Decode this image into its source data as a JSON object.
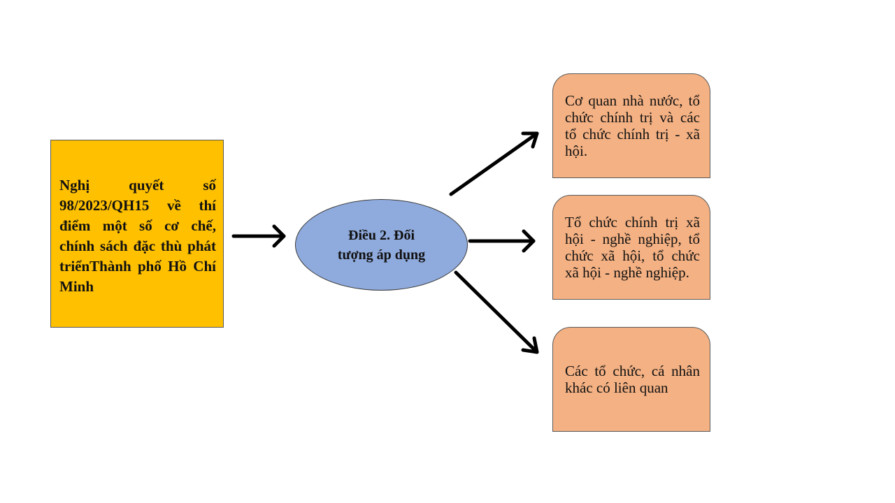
{
  "source": {
    "text": "Nghị quyết số 98/2023/QH15 về thí điểm một số cơ chế, chính sách đặc thù phát triểnThành phố Hồ Chí Minh"
  },
  "center": {
    "text": "Điều 2. Đối tượng áp dụng"
  },
  "targets": [
    {
      "text": "Cơ quan nhà nước, tổ chức chính trị và các tổ chức chính trị - xã hội."
    },
    {
      "text": "Tổ chức chính trị xã hội - nghề nghiệp, tổ chức xã hội, tổ chức xã hội - nghề nghiệp."
    },
    {
      "text": "Các tổ chức, cá nhân khác có liên quan"
    }
  ],
  "colors": {
    "source": "#FFC000",
    "center": "#8FAADC",
    "target": "#F4B183"
  }
}
